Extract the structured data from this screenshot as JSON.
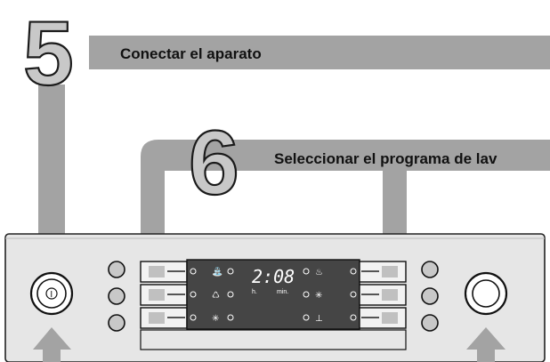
{
  "steps": [
    {
      "number": "5",
      "label": "Conectar el aparato"
    },
    {
      "number": "6",
      "label": "Seleccionar el programa de lav"
    }
  ],
  "display": {
    "time": "2:08",
    "unit_hours": "h.",
    "unit_minutes": "min."
  },
  "power_symbol": "I",
  "colors": {
    "banner": "#a3a3a3",
    "panel": "#e6e6e6",
    "display": "#454545",
    "digit_fill": "#c8c8c8"
  },
  "icons": [
    "power-symbol-icon",
    "faucet-icon",
    "rinse-aid-icon",
    "sparkle-icon",
    "heat-wave-icon",
    "star-icon",
    "half-load-icon"
  ]
}
